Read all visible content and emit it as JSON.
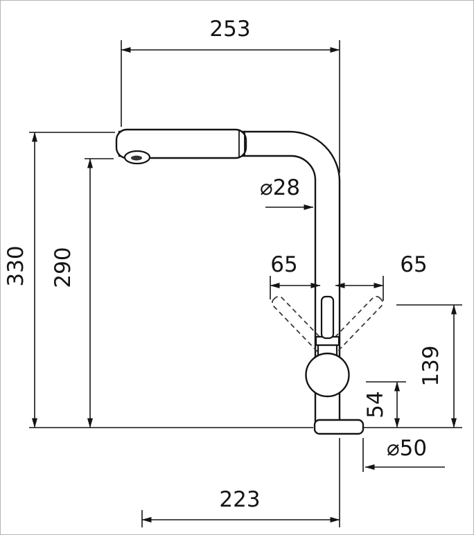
{
  "drawing": {
    "kind": "technical-dimension-drawing",
    "subject": "kitchen faucet with pull-out spray, side view",
    "background": "#ffffff",
    "line_color": "#141414",
    "dimensions": {
      "top_width": {
        "label": "253"
      },
      "total_height": {
        "label": "330"
      },
      "spout_height": {
        "label": "290"
      },
      "pipe_diameter": {
        "label": "⌀28"
      },
      "swing_left": {
        "label": "65"
      },
      "swing_right": {
        "label": "65"
      },
      "handle_height": {
        "label": "139"
      },
      "outlet_height": {
        "label": "54"
      },
      "base_diameter": {
        "label": "⌀50"
      },
      "reach": {
        "label": "223"
      }
    }
  }
}
